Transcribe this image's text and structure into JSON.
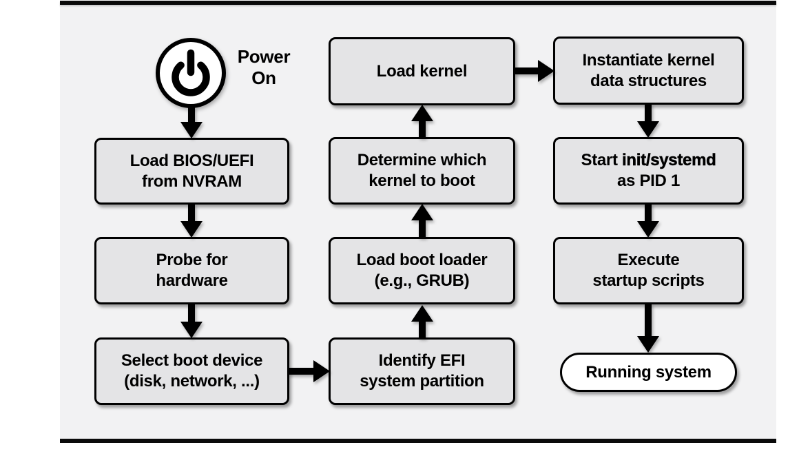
{
  "colors": {
    "panel_bg": "#f2f2f3",
    "box_fill": "#e4e4e6",
    "box_border": "#000000",
    "arrow": "#000000",
    "rule": "#0a0a0a",
    "terminal_fill": "#ffffff"
  },
  "power": {
    "line1": "Power",
    "line2": "On"
  },
  "nodes": {
    "load_bios": {
      "line1": "Load BIOS/UEFI",
      "line2": "from NVRAM"
    },
    "probe_hardware": {
      "line1": "Probe for",
      "line2": "hardware"
    },
    "select_boot_device": {
      "line1": "Select boot device",
      "line2": "(disk, network, ...)"
    },
    "identify_efi": {
      "line1": "Identify EFI",
      "line2": "system partition"
    },
    "load_boot_loader": {
      "line1": "Load boot loader",
      "line2": "(e.g., GRUB)"
    },
    "determine_kernel": {
      "line1": "Determine which",
      "line2": "kernel to boot"
    },
    "load_kernel": {
      "line1": "Load kernel"
    },
    "instantiate_kernel": {
      "line1": "Instantiate kernel",
      "line2": "data structures"
    },
    "start_init": {
      "line1_pre": "Start ",
      "line1_emph": "init/systemd",
      "line2": "as PID 1"
    },
    "execute_startup": {
      "line1": "Execute",
      "line2": "startup scripts"
    },
    "running_system": {
      "label": "Running system"
    }
  }
}
